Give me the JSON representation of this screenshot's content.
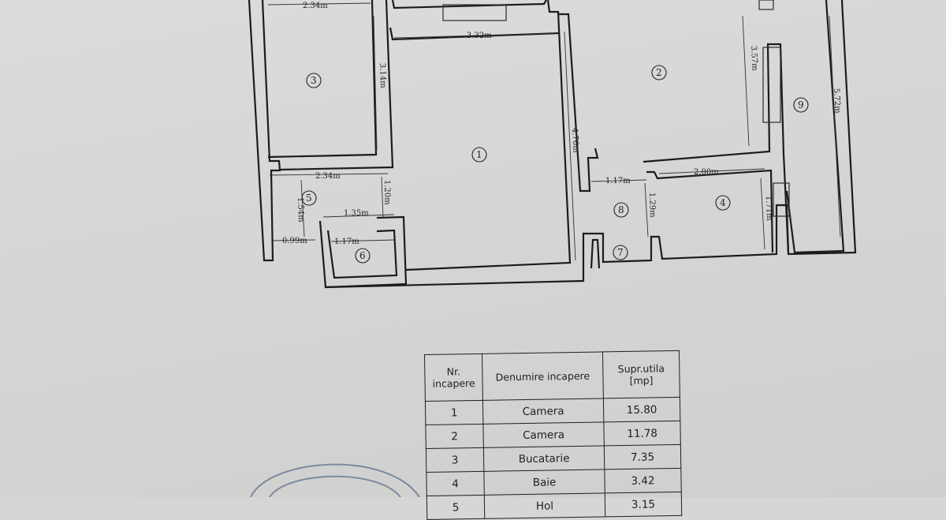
{
  "plan": {
    "dimensions": {
      "d1": "2.34m",
      "d2": "3.32m",
      "d3": "3.14m",
      "d4": "4.76m",
      "d5": "2.34m",
      "d6": "1.20m",
      "d7": "1.54m",
      "d8": "1.35m",
      "d9": "0.99m",
      "d10": "1.17m",
      "d11": "3.57m",
      "d12": "5.72m",
      "d13": "1.17m",
      "d14": "2.00m",
      "d15": "1.29m",
      "d16": "1.71m"
    },
    "room_numbers": [
      "1",
      "2",
      "3",
      "4",
      "5",
      "6",
      "7",
      "8",
      "9"
    ]
  },
  "table": {
    "headers": {
      "nr": "Nr.\nincapere",
      "name": "Denumire incapere",
      "area": "Supr.utila\n[mp]"
    },
    "rows": [
      {
        "nr": "1",
        "name": "Camera",
        "area": "15.80"
      },
      {
        "nr": "2",
        "name": "Camera",
        "area": "11.78"
      },
      {
        "nr": "3",
        "name": "Bucatarie",
        "area": "7.35"
      },
      {
        "nr": "4",
        "name": "Baie",
        "area": "3.42"
      },
      {
        "nr": "5",
        "name": "Hol",
        "area": "3.15"
      }
    ]
  },
  "colors": {
    "paper": "#d6d6d4",
    "ink": "#1c1c1c",
    "stamp": "#5a6a88"
  }
}
